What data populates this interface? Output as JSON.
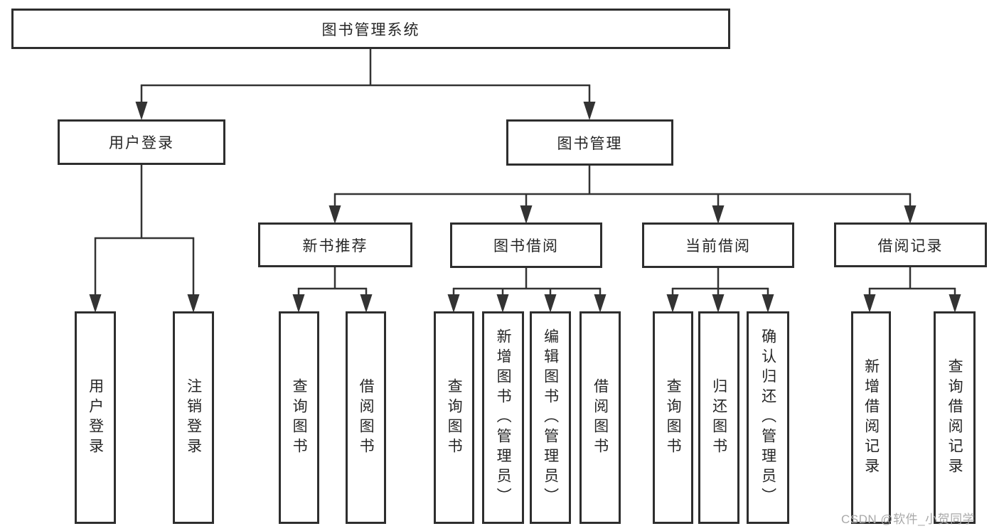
{
  "diagram_title": "图书管理系统",
  "colors": {
    "line": "#333333",
    "border": "#2e2e2e",
    "text": "#262626",
    "watermark": "#a9a9a9",
    "background": "#ffffff"
  },
  "nodes": {
    "root": {
      "label": "图书管理系统"
    },
    "user_login": {
      "label": "用户登录"
    },
    "book_mgmt": {
      "label": "图书管理"
    },
    "new_book": {
      "label": "新书推荐"
    },
    "book_borrow": {
      "label": "图书借阅"
    },
    "current_borrow": {
      "label": "当前借阅"
    },
    "borrow_record": {
      "label": "借阅记录"
    },
    "ul_login": {
      "label": "用户登录"
    },
    "ul_logout": {
      "label": "注销登录"
    },
    "nb_query": {
      "label": "查询图书"
    },
    "nb_borrow": {
      "label": "借阅图书"
    },
    "bb_query": {
      "label": "查询图书"
    },
    "bb_add": {
      "label": "新增图书（管理员）"
    },
    "bb_edit": {
      "label": "编辑图书（管理员）"
    },
    "bb_borrow": {
      "label": "借阅图书"
    },
    "cb_query": {
      "label": "查询图书"
    },
    "cb_return": {
      "label": "归还图书"
    },
    "cb_confirm": {
      "label": "确认归还（管理员）"
    },
    "br_add": {
      "label": "新增借阅记录"
    },
    "br_query": {
      "label": "查询借阅记录"
    }
  },
  "watermark": "CSDN @软件_小贺同学"
}
